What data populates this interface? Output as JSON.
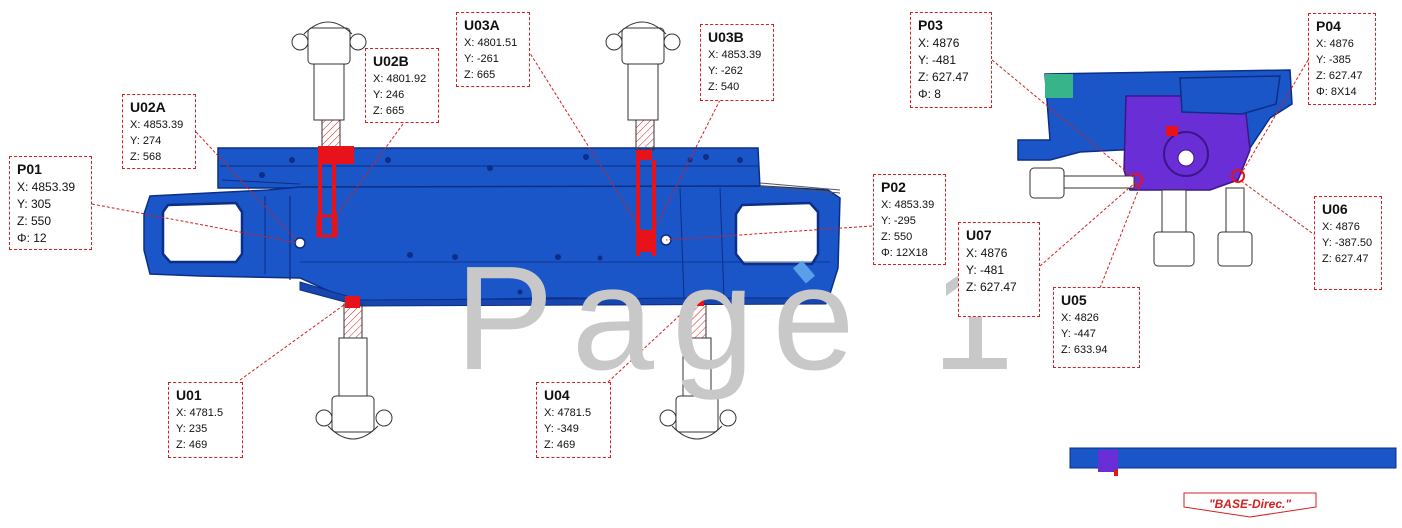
{
  "watermark": "Page 1",
  "base_direction": "\"BASE-Direc.\"",
  "colors": {
    "part": "#1a56c8",
    "part_dark": "#0c2e86",
    "bracket": "#6a2ed6",
    "marker": "#e8121a",
    "leader": "#d42020"
  },
  "callouts": [
    {
      "id": "P01",
      "lines": [
        "X: 4853.39",
        "Y: 305",
        "Z: 550",
        "Φ: 12"
      ]
    },
    {
      "id": "U02A",
      "lines": [
        "X: 4853.39",
        "Y: 274",
        "Z: 568"
      ]
    },
    {
      "id": "U02B",
      "lines": [
        "X: 4801.92",
        "Y: 246",
        "Z: 665"
      ]
    },
    {
      "id": "U03A",
      "lines": [
        "X: 4801.51",
        "Y: -261",
        "Z: 665"
      ]
    },
    {
      "id": "U03B",
      "lines": [
        "X: 4853.39",
        "Y: -262",
        "Z: 540"
      ]
    },
    {
      "id": "P02",
      "lines": [
        "X: 4853.39",
        "Y: -295",
        "Z: 550",
        "Φ: 12X18"
      ]
    },
    {
      "id": "U01",
      "lines": [
        "X: 4781.5",
        "Y: 235",
        "Z: 469"
      ]
    },
    {
      "id": "U04",
      "lines": [
        "X: 4781.5",
        "Y: -349",
        "Z: 469"
      ]
    },
    {
      "id": "P03",
      "lines": [
        "X: 4876",
        "Y: -481",
        "Z: 627.47",
        "Φ: 8"
      ]
    },
    {
      "id": "P04",
      "lines": [
        "X: 4876",
        "Y: -385",
        "Z: 627.47",
        "Φ: 8X14"
      ]
    },
    {
      "id": "U07",
      "lines": [
        "X: 4876",
        "Y: -481",
        "Z: 627.47"
      ]
    },
    {
      "id": "U06",
      "lines": [
        "X: 4876",
        "Y: -387.50",
        "Z: 627.47"
      ]
    },
    {
      "id": "U05",
      "lines": [
        "X: 4826",
        "Y: -447",
        "Z: 633.94"
      ]
    }
  ]
}
